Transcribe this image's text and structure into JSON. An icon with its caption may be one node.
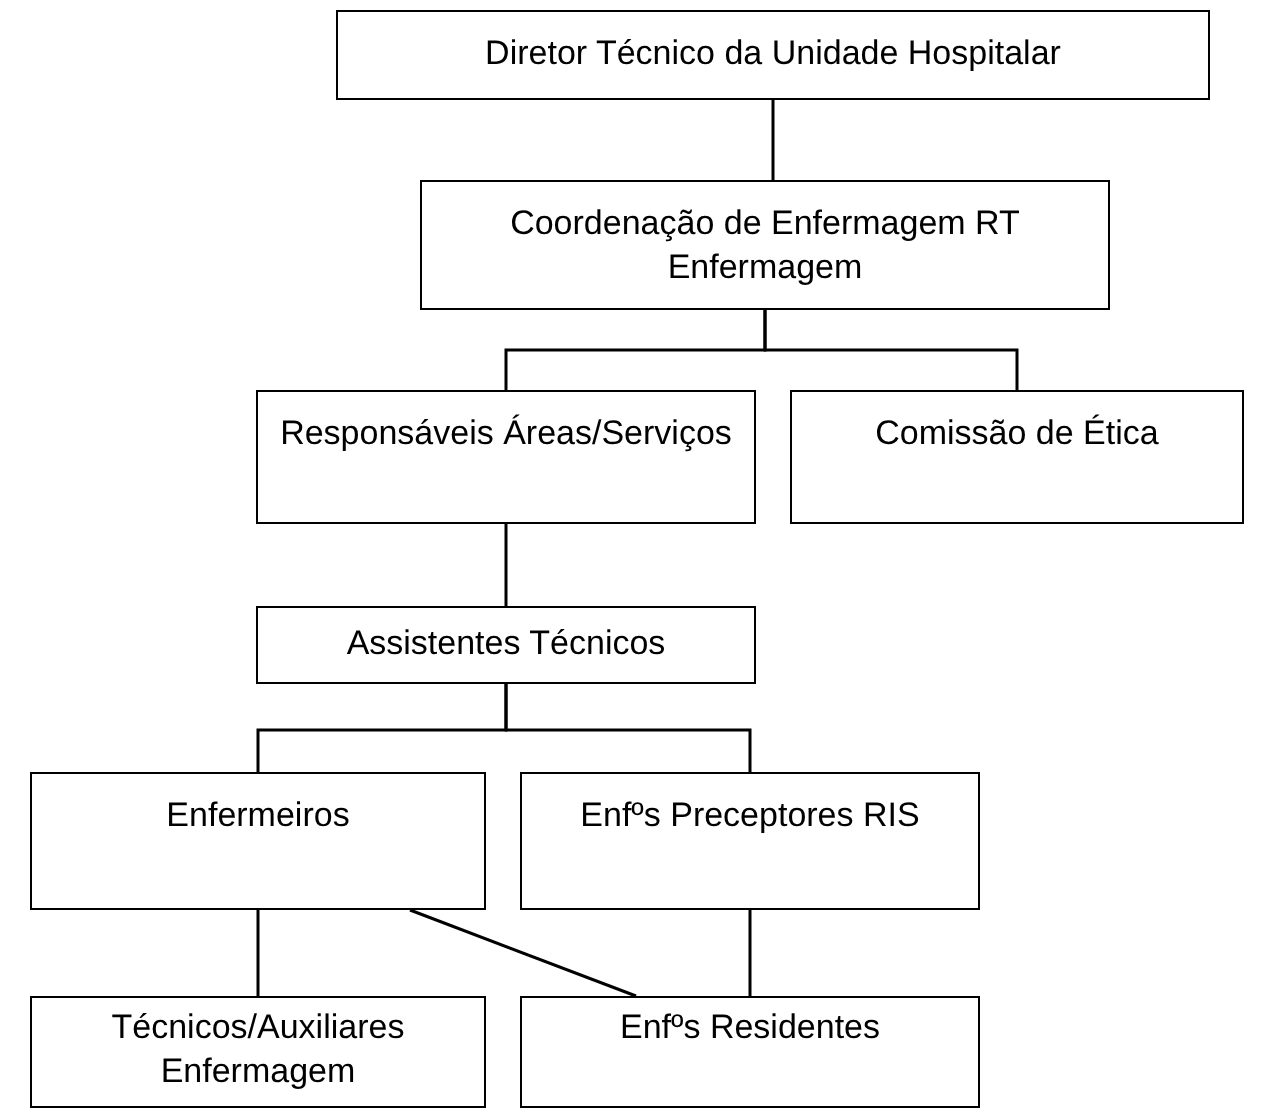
{
  "diagram": {
    "nodes": [
      {
        "text": [
          "Diretor Técnico da Unidade Hospitalar"
        ]
      },
      {
        "text": [
          "Coordenação de Enfermagem RT Enfermagem"
        ]
      },
      {
        "text": [
          "Responsáveis Áreas/Serviços"
        ]
      },
      {
        "text": [
          "Comissão de Ética"
        ]
      },
      {
        "text": [
          "Assistentes Técnicos"
        ]
      },
      {
        "text": [
          "Enfermeiros"
        ]
      },
      {
        "text": [
          "Enfºs Preceptores RIS"
        ]
      },
      {
        "text": [
          "Técnicos/Auxiliares Enfermagem"
        ]
      },
      {
        "text": [
          "Enfºs Residentes"
        ]
      }
    ],
    "edges": [
      {
        "from": 0,
        "to": 1,
        "arrow": "none"
      },
      {
        "from": 1,
        "to": 2,
        "arrow": "none"
      },
      {
        "from": 1,
        "to": 3,
        "arrow": "none"
      },
      {
        "from": 2,
        "to": 4,
        "arrow": "none"
      },
      {
        "from": 4,
        "to": 5,
        "arrow": "none"
      },
      {
        "from": 4,
        "to": 6,
        "arrow": "none"
      },
      {
        "from": 5,
        "to": 7,
        "arrow": "none"
      },
      {
        "from": 6,
        "to": 8,
        "arrow": "none"
      },
      {
        "from": 5,
        "to": 8,
        "arrow": "none"
      }
    ]
  }
}
